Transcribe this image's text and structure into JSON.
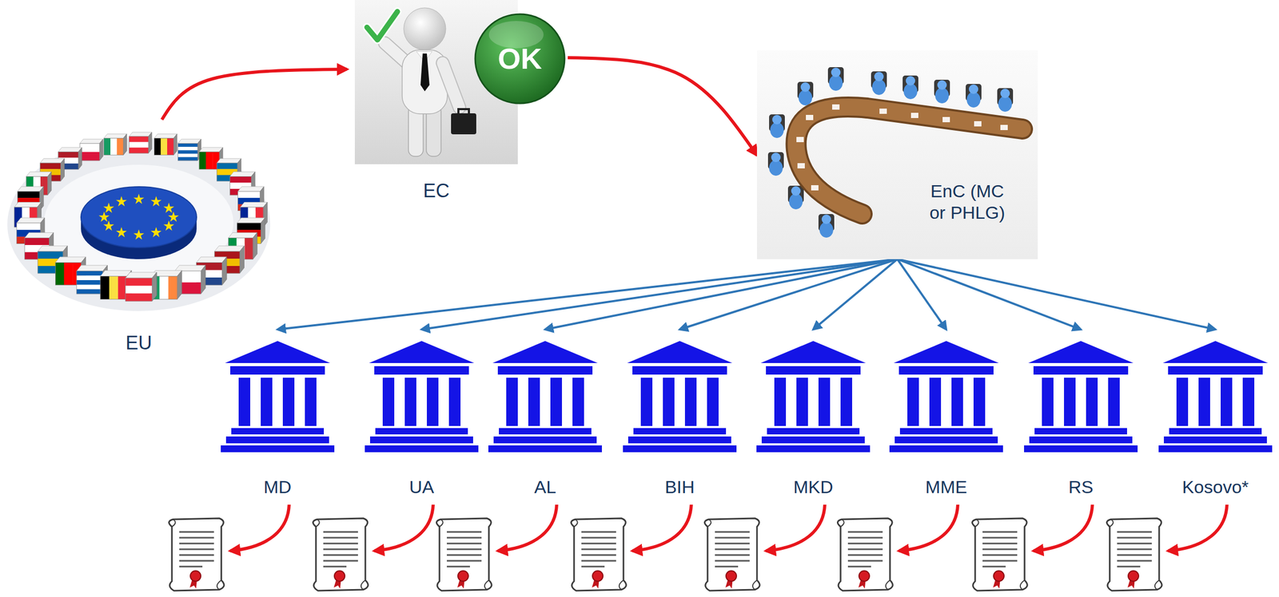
{
  "diagram": {
    "nodes": [
      {
        "text": [
          "EU"
        ]
      },
      {
        "text": [
          "EC"
        ]
      },
      {
        "text": [
          "EnC (MC or PHLG)"
        ]
      },
      {
        "text": [
          "MD"
        ]
      },
      {
        "text": [
          "UA"
        ]
      },
      {
        "text": [
          "AL"
        ]
      },
      {
        "text": [
          "BIH"
        ]
      },
      {
        "text": [
          "MKD"
        ]
      },
      {
        "text": [
          "MME"
        ]
      },
      {
        "text": [
          "RS"
        ]
      },
      {
        "text": [
          "Kosovo*"
        ]
      }
    ],
    "edges": [
      {
        "from": 0,
        "to": 1,
        "arrow": "to"
      },
      {
        "from": 1,
        "to": 2,
        "arrow": "to"
      },
      {
        "from": 2,
        "to": 3,
        "arrow": "to"
      },
      {
        "from": 2,
        "to": 4,
        "arrow": "to"
      },
      {
        "from": 2,
        "to": 5,
        "arrow": "to"
      },
      {
        "from": 2,
        "to": 6,
        "arrow": "to"
      },
      {
        "from": 2,
        "to": 7,
        "arrow": "to"
      },
      {
        "from": 2,
        "to": 8,
        "arrow": "to"
      },
      {
        "from": 2,
        "to": 9,
        "arrow": "to"
      },
      {
        "from": 2,
        "to": 10,
        "arrow": "to"
      }
    ],
    "labels": [
      "OK"
    ]
  }
}
